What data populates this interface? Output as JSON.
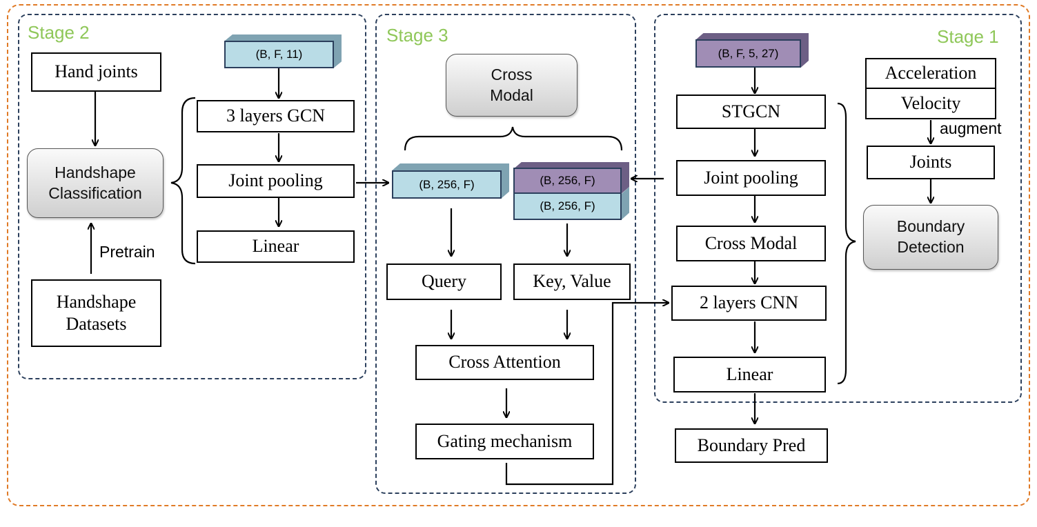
{
  "colors": {
    "outer_border": "#e07a26",
    "stage_border": "#2b3f5c",
    "stage_label": "#8fc759",
    "tensor_blue": "#b9dce6",
    "tensor_purple": "#a08db5",
    "arrow": "#000000"
  },
  "stage2": {
    "label": "Stage 2",
    "hand_joints": "Hand joints",
    "handshape_classification": "Handshape\nClassification",
    "pretrain": "Pretrain",
    "handshape_datasets": "Handshape\nDatasets",
    "tensor_input": "(B, F, 11)",
    "gcn": "3 layers GCN",
    "joint_pooling": "Joint pooling",
    "linear": "Linear"
  },
  "stage3": {
    "label": "Stage 3",
    "cross_modal": "Cross\nModal",
    "tensor_query": "(B, 256, F)",
    "tensor_kv_top": "(B, 256, F)",
    "tensor_kv_bottom": "(B, 256, F)",
    "query": "Query",
    "key_value": "Key, Value",
    "cross_attention": "Cross Attention",
    "gating": "Gating mechanism"
  },
  "stage1": {
    "label": "Stage 1",
    "tensor_input": "(B, F, 5, 27)",
    "stgcn": "STGCN",
    "joint_pooling": "Joint pooling",
    "cross_modal": "Cross Modal",
    "cnn": "2 layers CNN",
    "linear": "Linear",
    "acceleration": "Acceleration",
    "velocity": "Velocity",
    "augment": "augment",
    "joints": "Joints",
    "boundary_detection": "Boundary\nDetection"
  },
  "output": {
    "boundary_pred": "Boundary Pred"
  }
}
